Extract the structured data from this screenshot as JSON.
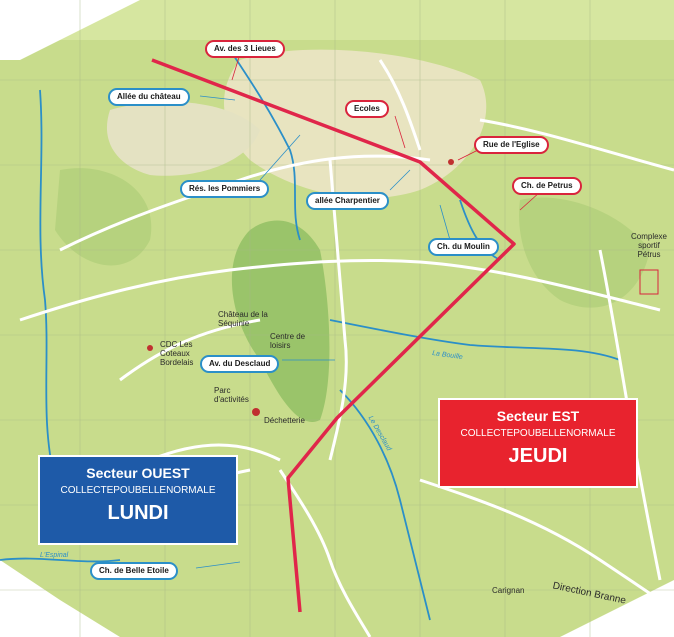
{
  "colors": {
    "land": "#c8dc8c",
    "land_light": "#d6e6a0",
    "woods": "#9ac46a",
    "roads": "#ffffff",
    "river": "#2b8fc8",
    "town": "#e8e4c0",
    "divider": "#e0264a",
    "east_box": "#e8232e",
    "west_box": "#1e5aa8",
    "label_red": "#d9243c",
    "label_blue": "#2b8fc8"
  },
  "street_labels": [
    {
      "text": "Av. des 3 Lieues",
      "style": "red"
    },
    {
      "text": "Allée du château",
      "style": "blue"
    },
    {
      "text": "Ecoles",
      "style": "red"
    },
    {
      "text": "Rue de l'Eglise",
      "style": "red"
    },
    {
      "text": "Rés. les Pommiers",
      "style": "blue"
    },
    {
      "text": "allée Charpentier",
      "style": "blue"
    },
    {
      "text": "Ch. de Petrus",
      "style": "red"
    },
    {
      "text": "Ch. du Moulin",
      "style": "blue"
    },
    {
      "text": "Av. du Desclaud",
      "style": "blue"
    },
    {
      "text": "Ch. de Belle Etoile",
      "style": "blue"
    }
  ],
  "sector_east": {
    "title": "Secteur EST",
    "subtitle": "COLLECTEPOUBELLENORMALE",
    "day": "JEUDI"
  },
  "sector_west": {
    "title": "Secteur OUEST",
    "subtitle": "COLLECTEPOUBELLENORMALE",
    "day": "LUNDI"
  },
  "places": {
    "chateau": "Château de la Séquinie",
    "centre": "Centre de loisirs",
    "cdc": "CDC Les Coteaux Bordelais",
    "parc": "Parc d'activités",
    "dechetterie": "Déchetterie",
    "complexe": "Complexe sportif Pétrus",
    "direction": "Direction Branne",
    "carignan": "Carignan",
    "la_bouille": "La Bouille",
    "le_desclaud": "Le Desclaud",
    "lespinal": "L'Espinal"
  }
}
